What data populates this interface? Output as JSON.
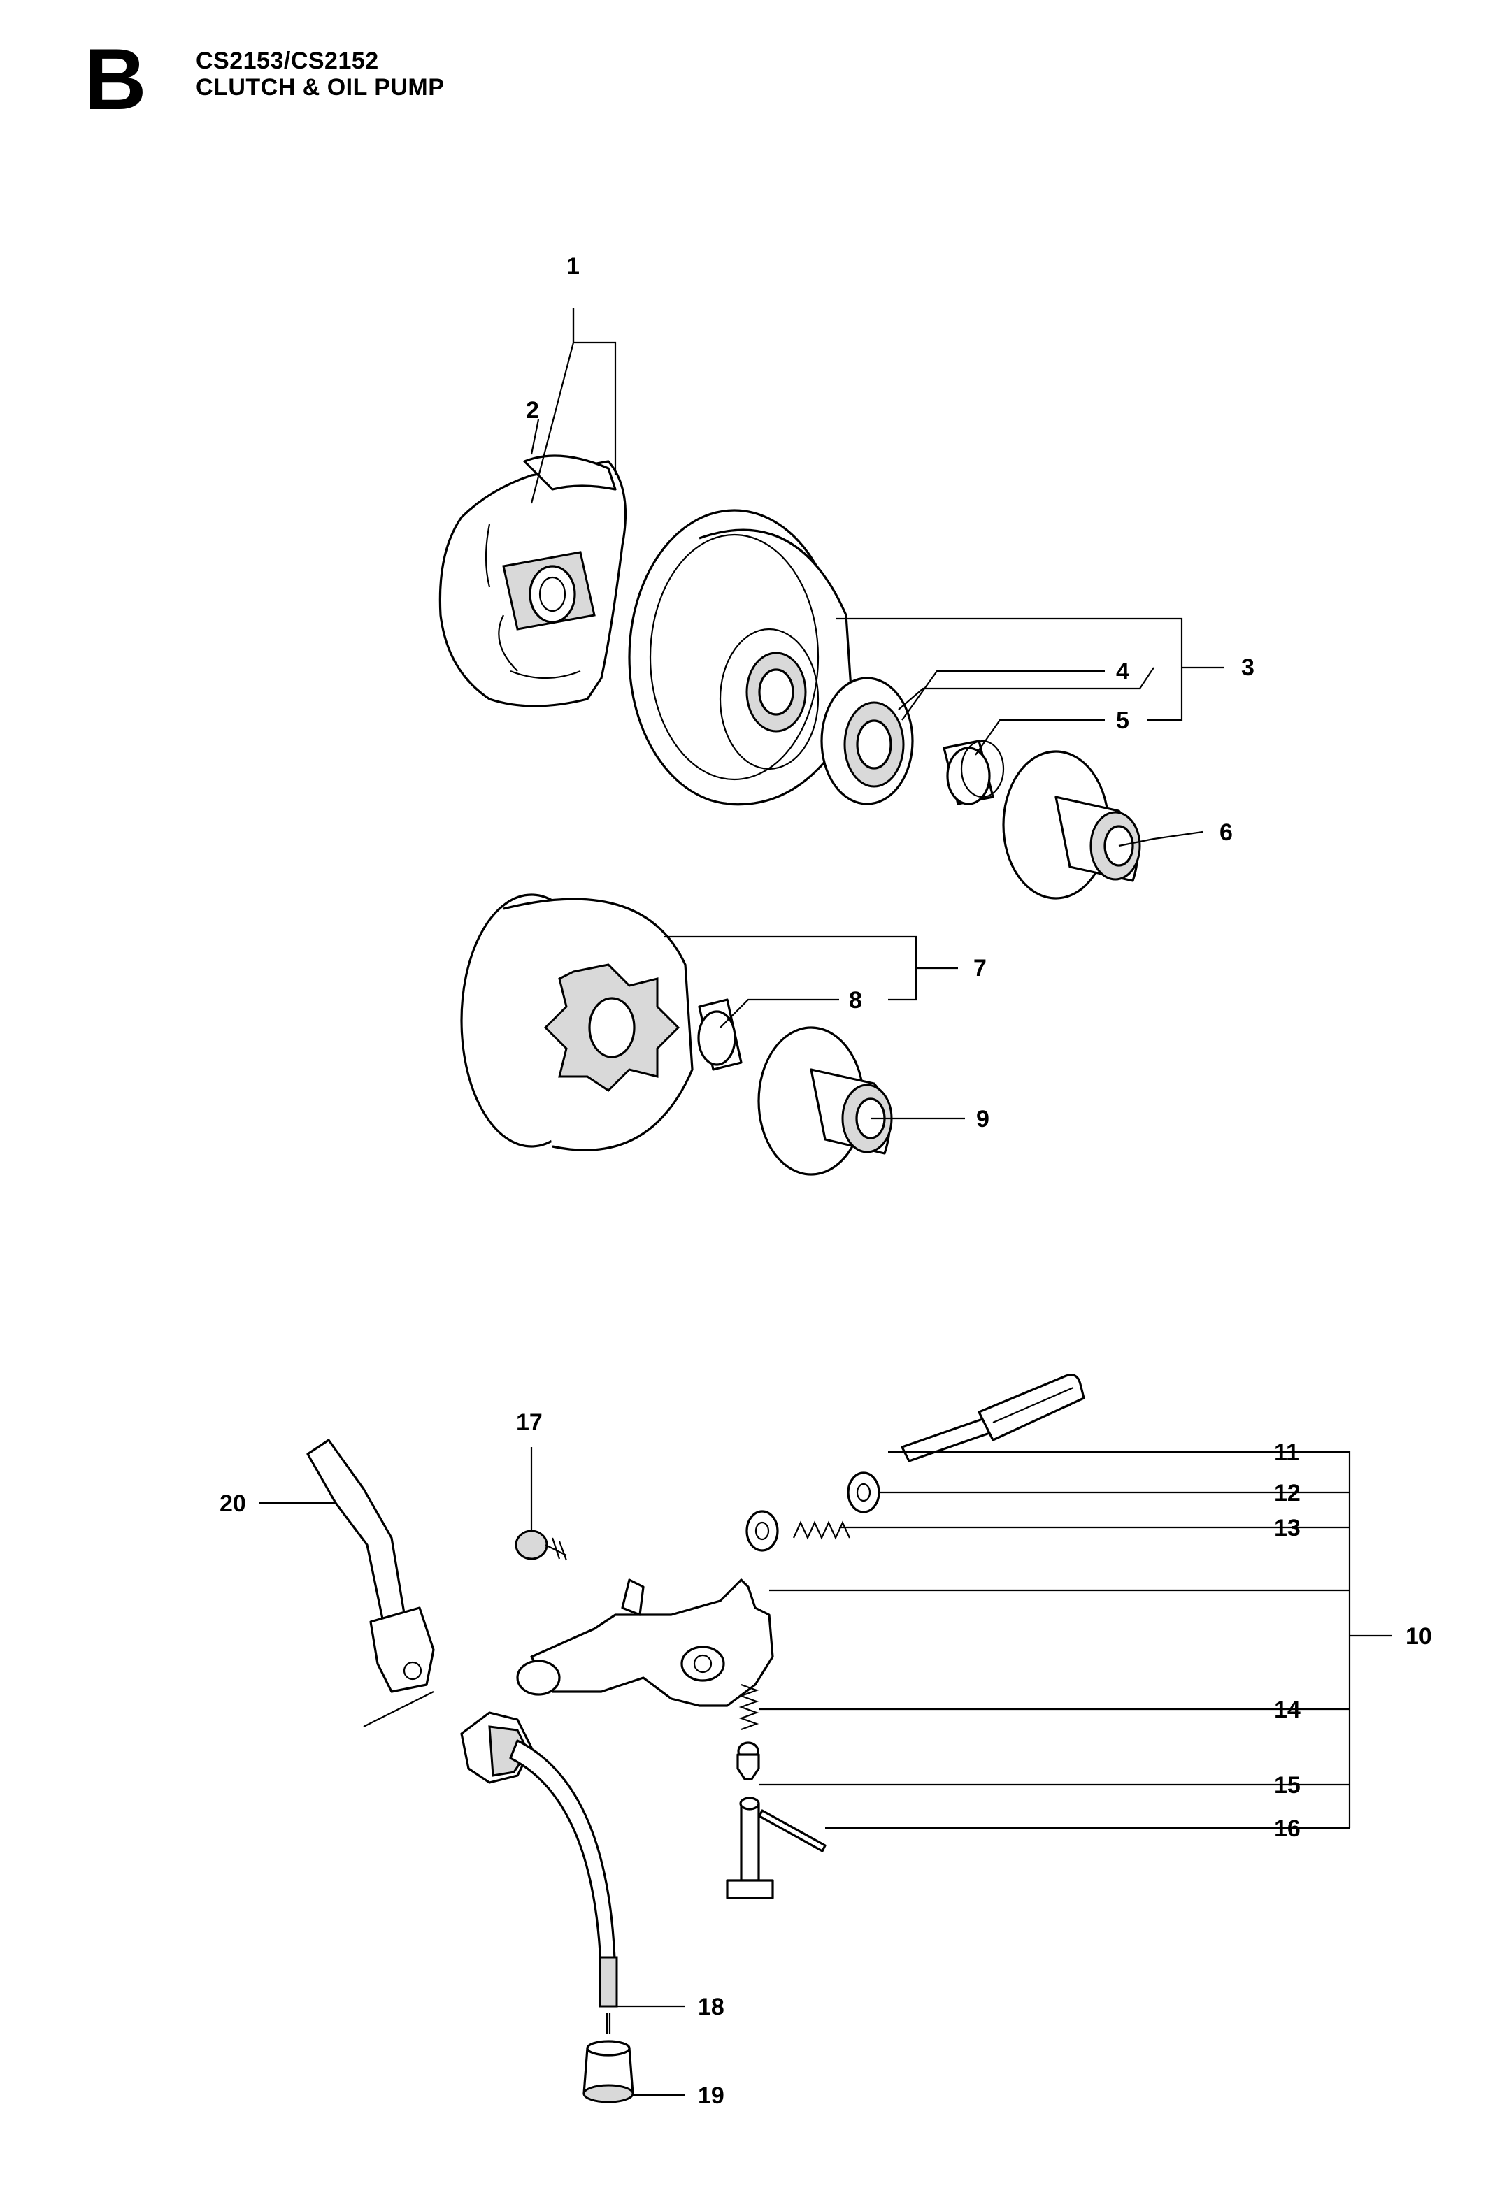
{
  "header": {
    "section_letter": "B",
    "model": "CS2153/CS2152",
    "title": "CLUTCH & OIL PUMP"
  },
  "callouts": [
    "1",
    "2",
    "3",
    "4",
    "5",
    "6",
    "7",
    "8",
    "9",
    "10",
    "11",
    "12",
    "13",
    "14",
    "15",
    "16",
    "17",
    "18",
    "19",
    "20"
  ]
}
